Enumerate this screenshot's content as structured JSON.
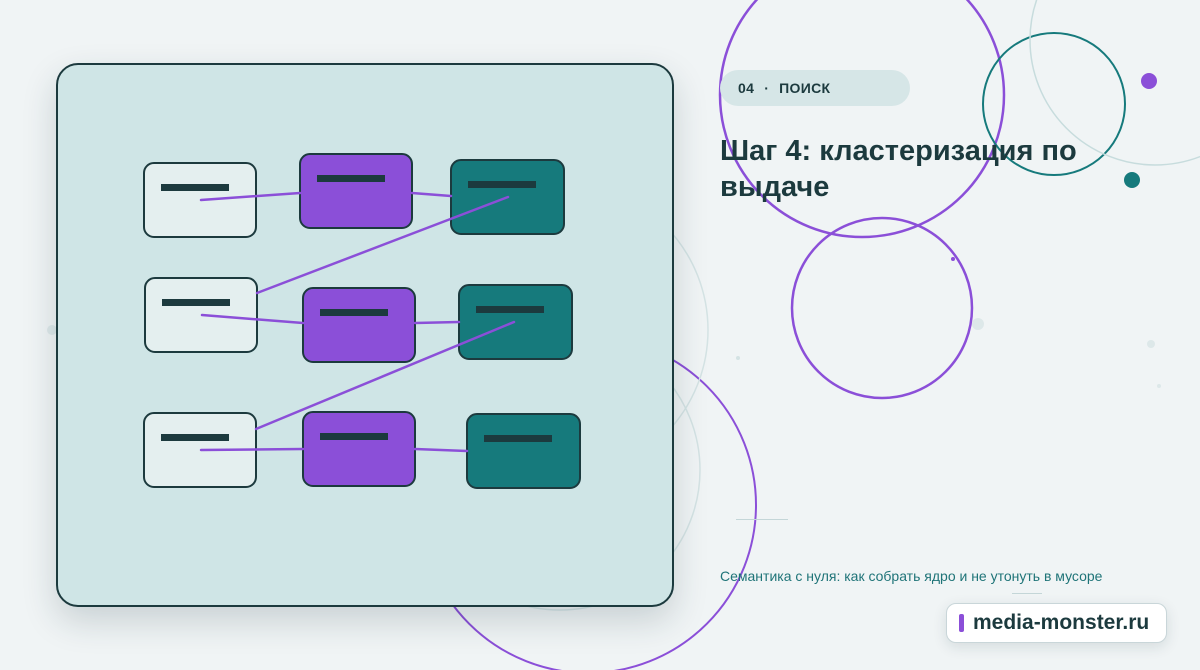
{
  "badge": {
    "number": "04",
    "separator": "·",
    "label": "ПОИСК"
  },
  "title": "Шаг 4: кластеризация по выдаче",
  "subtitle": "Семантика с нуля: как собрать ядро и не утонуть в мусоре",
  "brand": {
    "name": "media-monster.ru"
  },
  "colors": {
    "background": "#f0f4f5",
    "panel": "#cfe5e6",
    "dark": "#1c3a3e",
    "purple": "#8b4fd8",
    "teal": "#167a7c",
    "light_node": "#e4efef"
  },
  "diagram": {
    "columns": [
      "light",
      "purple",
      "teal"
    ],
    "rows": 3
  }
}
